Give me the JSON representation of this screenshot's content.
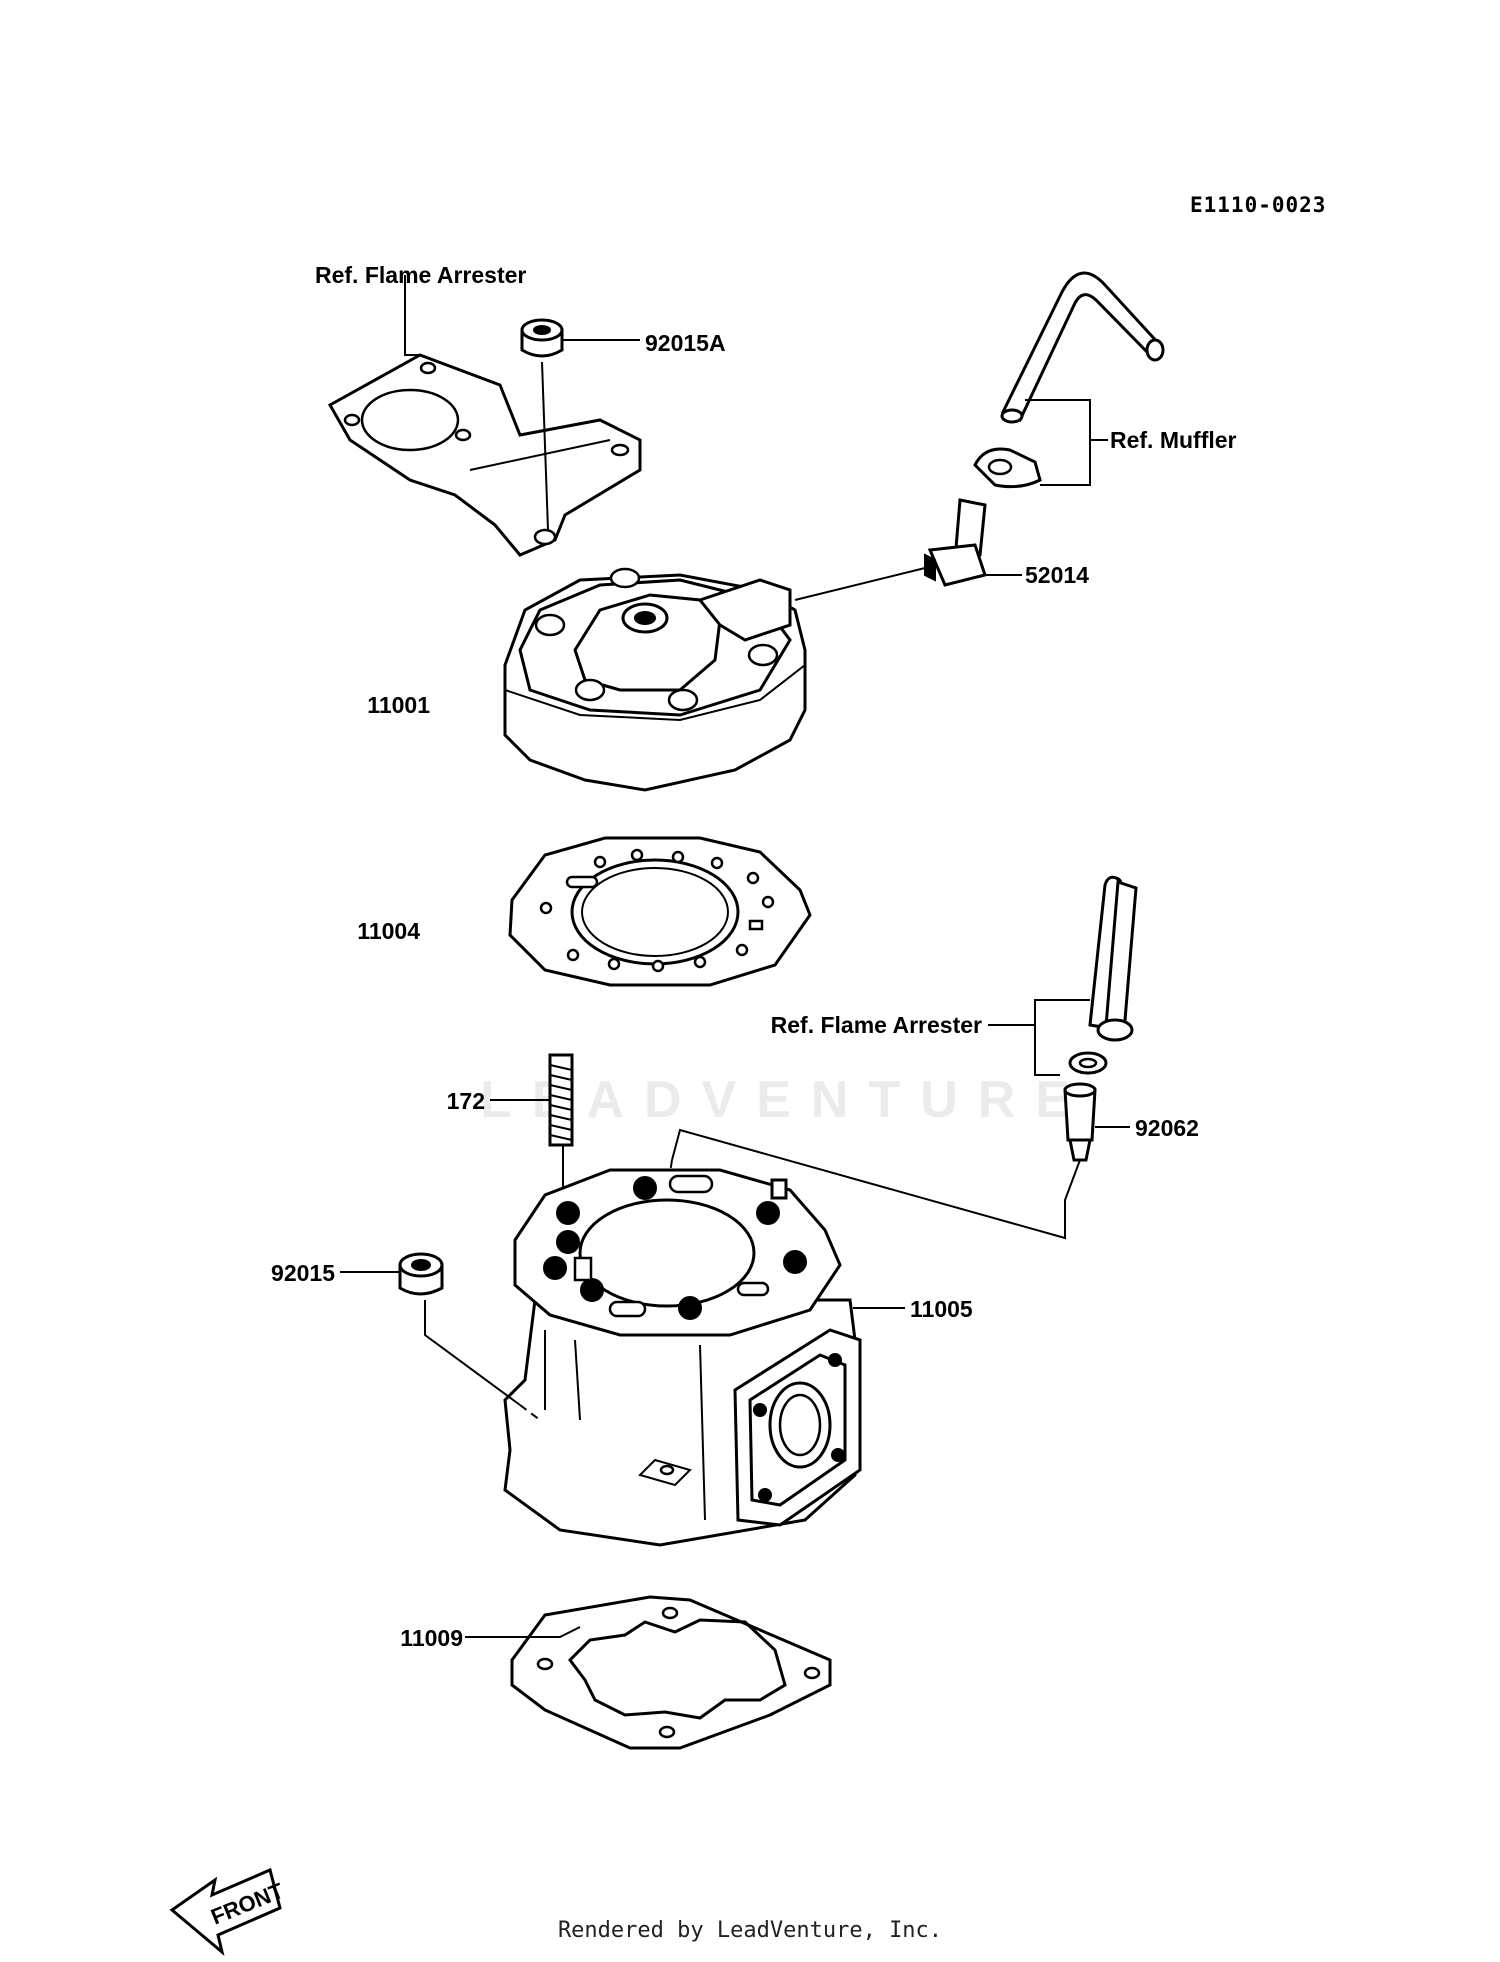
{
  "diagram_code": "E1110-0023",
  "footer": "Rendered by LeadVenture, Inc.",
  "watermark": "LEADVENTURE",
  "front_arrow_label": "FRONT",
  "callouts": {
    "ref_flame_arrester_top": "Ref. Flame Arrester",
    "p92015A": "92015A",
    "ref_muffler": "Ref. Muffler",
    "p52014": "52014",
    "p11001": "11001",
    "p11004": "11004",
    "ref_flame_arrester_mid": "Ref. Flame Arrester",
    "p172": "172",
    "p92062": "92062",
    "p92015": "92015",
    "p11005": "11005",
    "p11009": "11009"
  }
}
